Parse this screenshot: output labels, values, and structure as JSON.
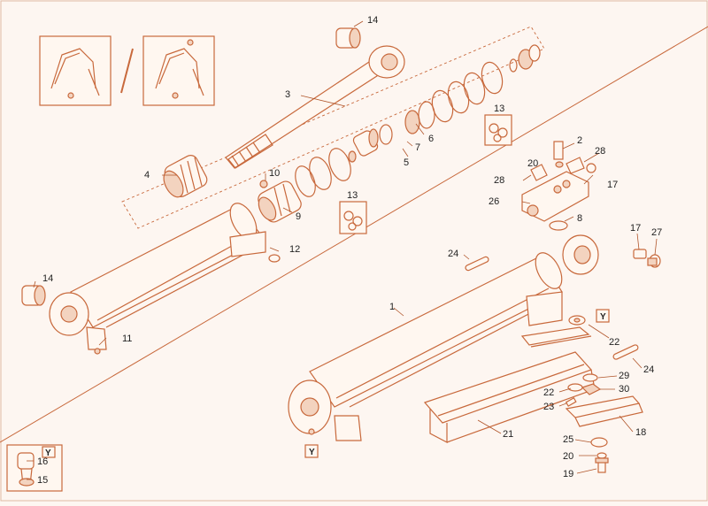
{
  "colors": {
    "line": "#c8693c",
    "fill": "#f3d3bf",
    "bg": "#fdf6f1",
    "text": "#222222"
  },
  "callouts": {
    "c1": "1",
    "c2": "2",
    "c3": "3",
    "c4": "4",
    "c5": "5",
    "c6": "6",
    "c7": "7",
    "c8": "8",
    "c9": "9",
    "c10": "10",
    "c11": "11",
    "c12": "12",
    "c13a": "13",
    "c13b": "13",
    "c14a": "14",
    "c14b": "14",
    "c15": "15",
    "c16": "16",
    "c17a": "17",
    "c17b": "17",
    "c18": "18",
    "c19": "19",
    "c20a": "20",
    "c20b": "20",
    "c21": "21",
    "c22a": "22",
    "c22b": "22",
    "c23": "23",
    "c24a": "24",
    "c24b": "24",
    "c25": "25",
    "c26": "26",
    "c27": "27",
    "c28a": "28",
    "c28b": "28",
    "c29": "29",
    "c30": "30"
  },
  "view_letters": {
    "y1": "Y",
    "y2": "Y",
    "y3": "Y"
  },
  "icons": [
    "excavator-arm-thumbnail",
    "cylinder-exploded-view",
    "valve-block",
    "seal-kit-bag"
  ]
}
